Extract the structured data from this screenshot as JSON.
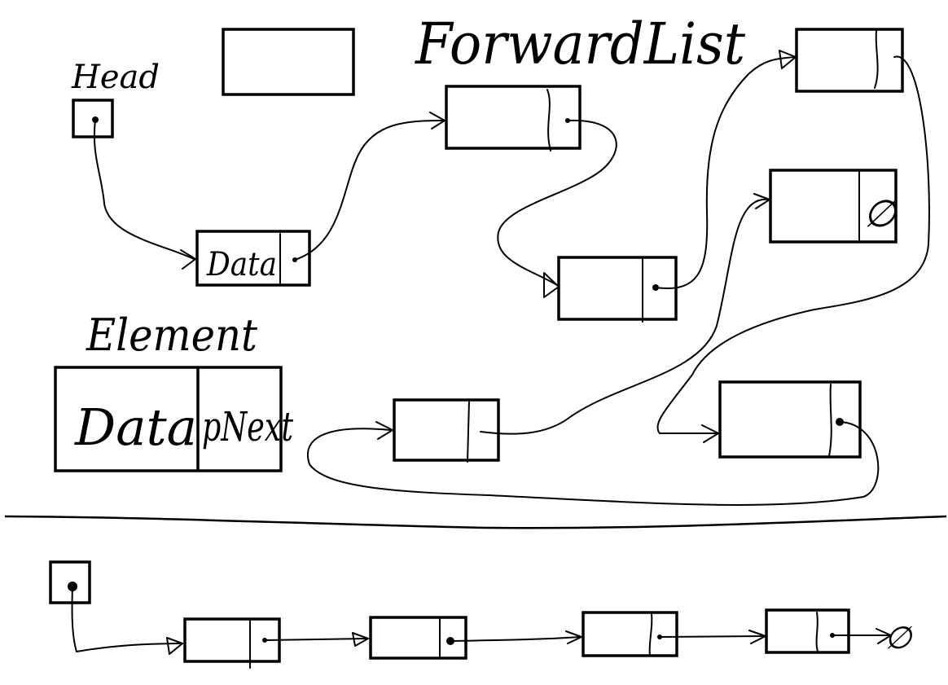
{
  "diagram": {
    "title": "ForwardList",
    "head_label": "Head",
    "element_label": "Element",
    "first_node_data_label": "Data",
    "element_fields": [
      "Data",
      "pNext"
    ],
    "null_symbol": "∅"
  },
  "colors": {
    "ink": "#000000",
    "background": "#ffffff"
  }
}
